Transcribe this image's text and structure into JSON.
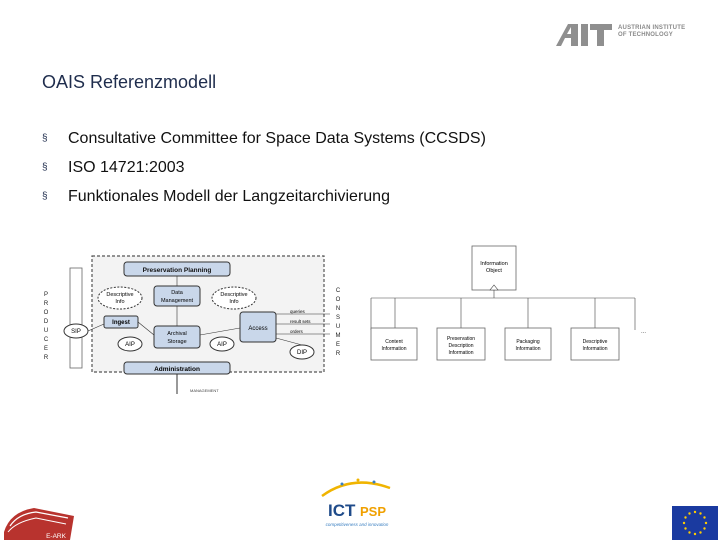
{
  "header": {
    "logo_text": "AIT",
    "logo_subtitle_1": "AUSTRIAN INSTITUTE",
    "logo_subtitle_2": "OF TECHNOLOGY"
  },
  "slide": {
    "title": "OAIS Referenzmodell",
    "bullet_marker": "§",
    "bullets": [
      "Consultative Committee for Space Data Systems (CCSDS)",
      "ISO 14721:2003",
      "Funktionales Modell der Langzeitarchivierung"
    ]
  },
  "oais_diagram": {
    "producer_label": [
      "P",
      "R",
      "O",
      "D",
      "U",
      "C",
      "E",
      "R"
    ],
    "consumer_label": [
      "C",
      "O",
      "N",
      "S",
      "U",
      "M",
      "E",
      "R"
    ],
    "preservation_planning": "Preservation Planning",
    "descriptive_info_left": [
      "Descriptive",
      "Info"
    ],
    "data_management": [
      "Data",
      "Management"
    ],
    "descriptive_info_right": [
      "Descriptive",
      "Info"
    ],
    "sip": "SIP",
    "ingest": "Ingest",
    "archival_storage": [
      "Archival",
      "Storage"
    ],
    "access": "Access",
    "aip_1": "AIP",
    "aip_2": "AIP",
    "dip": "DIP",
    "queries": "queries",
    "result_sets": "result sets",
    "orders": "orders",
    "administration": "Administration",
    "management": "MANAGEMENT"
  },
  "info_tree": {
    "root": [
      "Information",
      "Object"
    ],
    "children": [
      [
        "Content",
        "Information"
      ],
      [
        "Preservation",
        "Description",
        "Information"
      ],
      [
        "Packaging",
        "Information"
      ],
      [
        "Descriptive",
        "Information"
      ]
    ],
    "ellipsis": "..."
  },
  "footer": {
    "ict_logo": "ICT",
    "psp_logo": "PSP",
    "ict_tagline": "competitiveness and innovation",
    "book_label": "E-ARK"
  }
}
